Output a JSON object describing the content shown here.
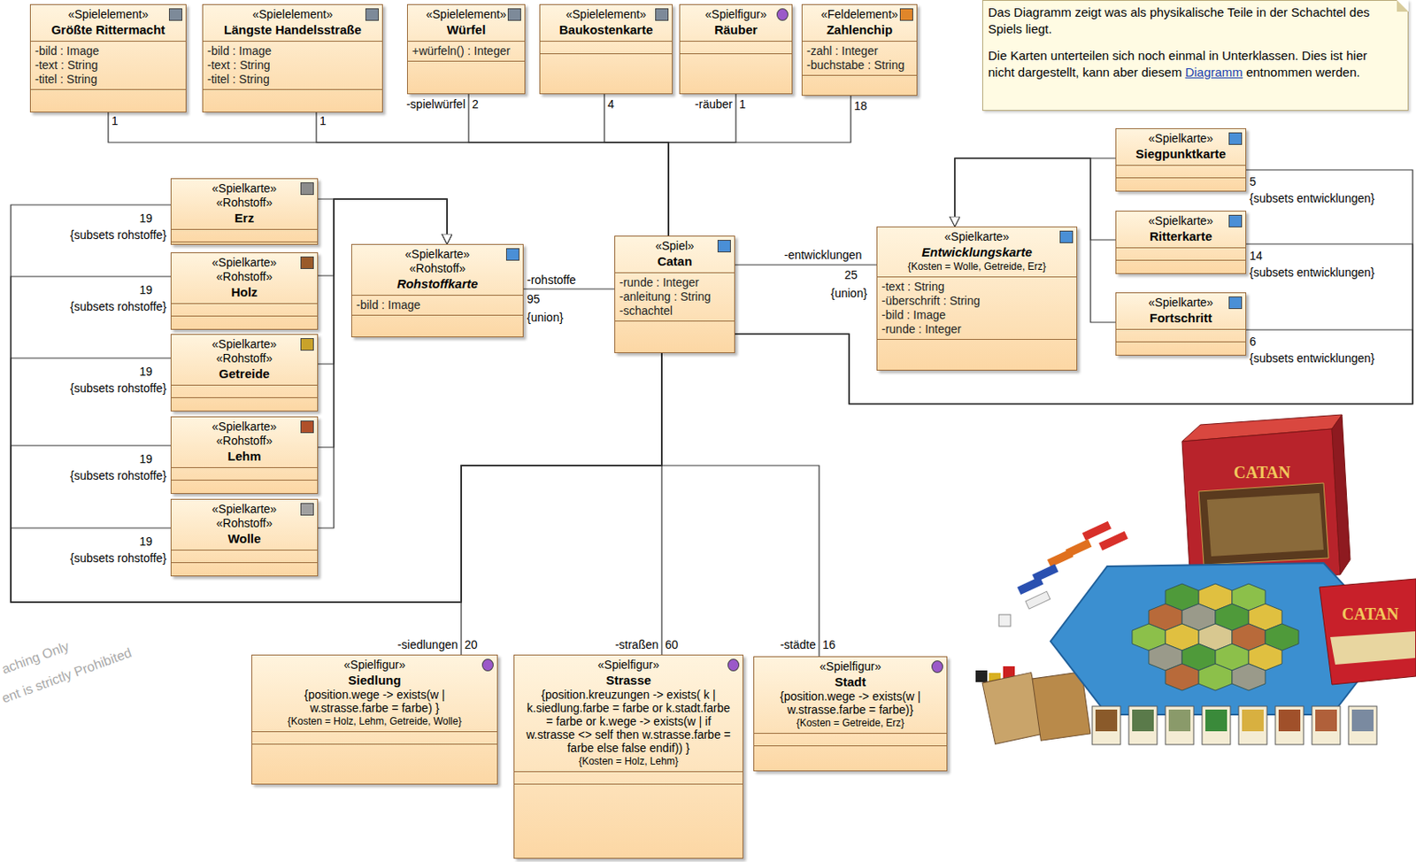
{
  "diagram": {
    "nodes": [
      {
        "text": [
          "Das Diagramm zeigt was als physikalische Teile in der Schachtel des Spiels liegt.",
          "Die Karten unterteilen sich noch einmal in Unterklassen. Dies ist hier nicht dargestellt, kann aber diesem",
          "Diagramm",
          "entnommen werden."
        ]
      },
      {
        "text": [
          "«Spielelement»",
          "Größte Rittermacht",
          "-bild : Image",
          "-text : String",
          "-titel : String"
        ]
      },
      {
        "text": [
          "«Spielelement»",
          "Längste Handelsstraße",
          "-bild : Image",
          "-text : String",
          "-titel : String"
        ]
      },
      {
        "text": [
          "«Spielelement»",
          "Würfel",
          "+würfeln() : Integer"
        ]
      },
      {
        "text": [
          "«Spielelement»",
          "Baukostenkarte"
        ]
      },
      {
        "text": [
          "«Spielfigur»",
          "Räuber"
        ]
      },
      {
        "text": [
          "«Feldelement»",
          "Zahlenchip",
          "-zahl : Integer",
          "-buchstabe : String"
        ]
      },
      {
        "text": [
          "«Spielkarte»",
          "Siegpunktkarte"
        ]
      },
      {
        "text": [
          "«Spielkarte»",
          "«Rohstoff»",
          "Erz"
        ]
      },
      {
        "text": [
          "«Spielkarte»",
          "«Rohstoff»",
          "Rohstoffkarte",
          "-bild : Image"
        ]
      },
      {
        "text": [
          "«Spiel»",
          "Catan",
          "-runde : Integer",
          "-anleitung : String",
          "-schachtel"
        ]
      },
      {
        "text": [
          "«Spielkarte»",
          "Entwicklungskarte",
          "{Kosten = Wolle, Getreide, Erz}",
          "-text : String",
          "-überschrift : String",
          "-bild : Image",
          "-runde : Integer"
        ]
      },
      {
        "text": [
          "«Spielkarte»",
          "Ritterkarte"
        ]
      },
      {
        "text": [
          "«Spielkarte»",
          "«Rohstoff»",
          "Holz"
        ]
      },
      {
        "text": [
          "«Spielkarte»",
          "Fortschritt"
        ]
      },
      {
        "text": [
          "«Spielkarte»",
          "«Rohstoff»",
          "Getreide"
        ]
      },
      {
        "text": [
          "«Spielkarte»",
          "«Rohstoff»",
          "Lehm"
        ]
      },
      {
        "text": [
          "«Spielkarte»",
          "«Rohstoff»",
          "Wolle"
        ]
      },
      {
        "text": [
          "«Spielfigur»",
          "Siedlung",
          "{position.wege -> exists(w | w.strasse.farbe = farbe) }",
          "{Kosten = Holz, Lehm, Getreide, Wolle}"
        ]
      },
      {
        "text": [
          "«Spielfigur»",
          "Strasse",
          "{position.kreuzungen -> exists( k | k.siedlung.farbe = farbe or k.stadt.farbe = farbe or k.wege -> exists(w | if w.strasse <> self then w.strasse.farbe = farbe else false endif)) }",
          "{Kosten = Holz, Lehm}"
        ]
      },
      {
        "text": [
          "«Spielfigur»",
          "Stadt",
          "{position.wege -> exists(w | w.strasse.farbe = farbe)}",
          "{Kosten = Getreide, Erz}"
        ]
      }
    ],
    "edges": [
      {
        "from": 10,
        "to": 1,
        "arrow": "none"
      },
      {
        "from": 10,
        "to": 2,
        "arrow": "none"
      },
      {
        "from": 10,
        "to": 3,
        "arrow": "none"
      },
      {
        "from": 10,
        "to": 4,
        "arrow": "none"
      },
      {
        "from": 10,
        "to": 5,
        "arrow": "none"
      },
      {
        "from": 10,
        "to": 6,
        "arrow": "none"
      },
      {
        "from": 10,
        "to": 9,
        "arrow": "none"
      },
      {
        "from": 10,
        "to": 11,
        "arrow": "none"
      },
      {
        "from": 8,
        "to": 9,
        "arrow": "to"
      },
      {
        "from": 13,
        "to": 9,
        "arrow": "to"
      },
      {
        "from": 15,
        "to": 9,
        "arrow": "to"
      },
      {
        "from": 16,
        "to": 9,
        "arrow": "to"
      },
      {
        "from": 17,
        "to": 9,
        "arrow": "to"
      },
      {
        "from": 10,
        "to": 8,
        "arrow": "none"
      },
      {
        "from": 10,
        "to": 13,
        "arrow": "none"
      },
      {
        "from": 10,
        "to": 15,
        "arrow": "none"
      },
      {
        "from": 10,
        "to": 16,
        "arrow": "none"
      },
      {
        "from": 10,
        "to": 17,
        "arrow": "none"
      },
      {
        "from": 7,
        "to": 11,
        "arrow": "to"
      },
      {
        "from": 12,
        "to": 11,
        "arrow": "to"
      },
      {
        "from": 14,
        "to": 11,
        "arrow": "to"
      },
      {
        "from": 10,
        "to": 7,
        "arrow": "none"
      },
      {
        "from": 10,
        "to": 12,
        "arrow": "none"
      },
      {
        "from": 10,
        "to": 14,
        "arrow": "none"
      },
      {
        "from": 10,
        "to": 18,
        "arrow": "none"
      },
      {
        "from": 10,
        "to": 19,
        "arrow": "none"
      },
      {
        "from": 10,
        "to": 20,
        "arrow": "none"
      }
    ],
    "labels": [
      "1",
      "1",
      "-spielwürfel",
      "2",
      "4",
      "-räuber",
      "1",
      "18",
      "-rohstoffe",
      "95",
      "{union}",
      "-entwicklungen",
      "25",
      "{union}",
      "19",
      "{subsets rohstoffe}",
      "19",
      "{subsets rohstoffe}",
      "19",
      "{subsets rohstoffe}",
      "19",
      "{subsets rohstoffe}",
      "19",
      "{subsets rohstoffe}",
      "5",
      "{subsets entwicklungen}",
      "14",
      "{subsets entwicklungen}",
      "6",
      "{subsets entwicklungen}",
      "-siedlungen",
      "20",
      "-straßen",
      "60",
      "-städte",
      "16",
      "CATAN",
      "CATAN",
      "aching Only",
      "ent is strictly Prohibited"
    ]
  }
}
